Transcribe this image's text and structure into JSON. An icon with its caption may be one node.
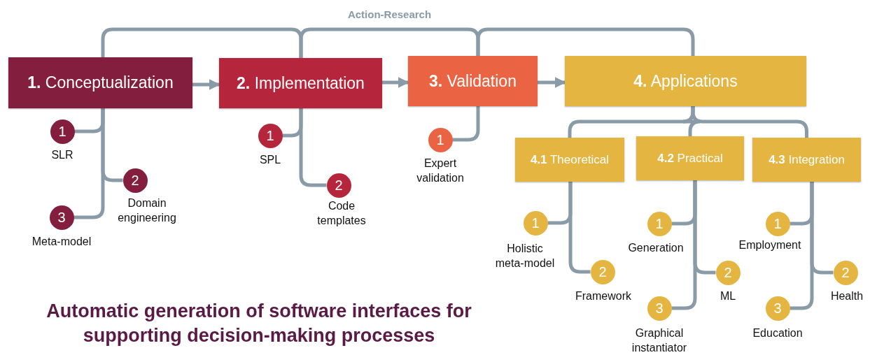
{
  "diagram": {
    "title": "Automatic generation of software interfaces for supporting decision-making processes",
    "nodes": [
      {
        "text": [
          "**1.** Conceptualization"
        ]
      },
      {
        "text": [
          "**2.** Implementation"
        ]
      },
      {
        "text": [
          "**3.** Validation"
        ]
      },
      {
        "text": [
          "**4.** Applications"
        ]
      },
      {
        "text": [
          "**4.1** Theoretical"
        ]
      },
      {
        "text": [
          "**4.2** Practical"
        ]
      },
      {
        "text": [
          "**4.3** Integration"
        ]
      },
      {
        "text": [
          "1"
        ],
        "beside": [
          "SLR"
        ]
      },
      {
        "text": [
          "2"
        ],
        "beside": [
          "Domain engineering"
        ]
      },
      {
        "text": [
          "3"
        ],
        "beside": [
          "Meta-model"
        ]
      },
      {
        "text": [
          "1"
        ],
        "beside": [
          "SPL"
        ]
      },
      {
        "text": [
          "2"
        ],
        "beside": [
          "Code templates"
        ]
      },
      {
        "text": [
          "1"
        ],
        "beside": [
          "Expert validation"
        ]
      },
      {
        "text": [
          "1"
        ],
        "beside": [
          "Holistic meta-model"
        ]
      },
      {
        "text": [
          "2"
        ],
        "beside": [
          "Framework"
        ]
      },
      {
        "text": [
          "1"
        ],
        "beside": [
          "Generation"
        ]
      },
      {
        "text": [
          "2"
        ],
        "beside": [
          "ML"
        ]
      },
      {
        "text": [
          "3"
        ],
        "beside": [
          "Graphical instantiator"
        ]
      },
      {
        "text": [
          "1"
        ],
        "beside": [
          "Employment"
        ]
      },
      {
        "text": [
          "2"
        ],
        "beside": [
          "Health"
        ]
      },
      {
        "text": [
          "3"
        ],
        "beside": [
          "Education"
        ]
      }
    ],
    "edges": [
      {
        "from": 0,
        "to": 1,
        "arrow": "to"
      },
      {
        "from": 1,
        "to": 2,
        "arrow": "to"
      },
      {
        "from": 2,
        "to": 3,
        "arrow": "to"
      },
      {
        "from": 0,
        "to": 1,
        "arrow": "none"
      },
      {
        "from": 1,
        "to": 2,
        "arrow": "none",
        "label": "Action-Research"
      },
      {
        "from": 2,
        "to": 3,
        "arrow": "none"
      },
      {
        "from": 3,
        "to": 4,
        "arrow": "none"
      },
      {
        "from": 3,
        "to": 5,
        "arrow": "none"
      },
      {
        "from": 3,
        "to": 6,
        "arrow": "none"
      },
      {
        "from": 0,
        "to": 7,
        "arrow": "none"
      },
      {
        "from": 0,
        "to": 8,
        "arrow": "none"
      },
      {
        "from": 0,
        "to": 9,
        "arrow": "none"
      },
      {
        "from": 1,
        "to": 10,
        "arrow": "none"
      },
      {
        "from": 1,
        "to": 11,
        "arrow": "none"
      },
      {
        "from": 2,
        "to": 12,
        "arrow": "none"
      },
      {
        "from": 4,
        "to": 13,
        "arrow": "none"
      },
      {
        "from": 4,
        "to": 14,
        "arrow": "none"
      },
      {
        "from": 5,
        "to": 15,
        "arrow": "none"
      },
      {
        "from": 5,
        "to": 16,
        "arrow": "none"
      },
      {
        "from": 5,
        "to": 17,
        "arrow": "none"
      },
      {
        "from": 6,
        "to": 18,
        "arrow": "none"
      },
      {
        "from": 6,
        "to": 19,
        "arrow": "none"
      },
      {
        "from": 6,
        "to": 20,
        "arrow": "none"
      }
    ]
  }
}
